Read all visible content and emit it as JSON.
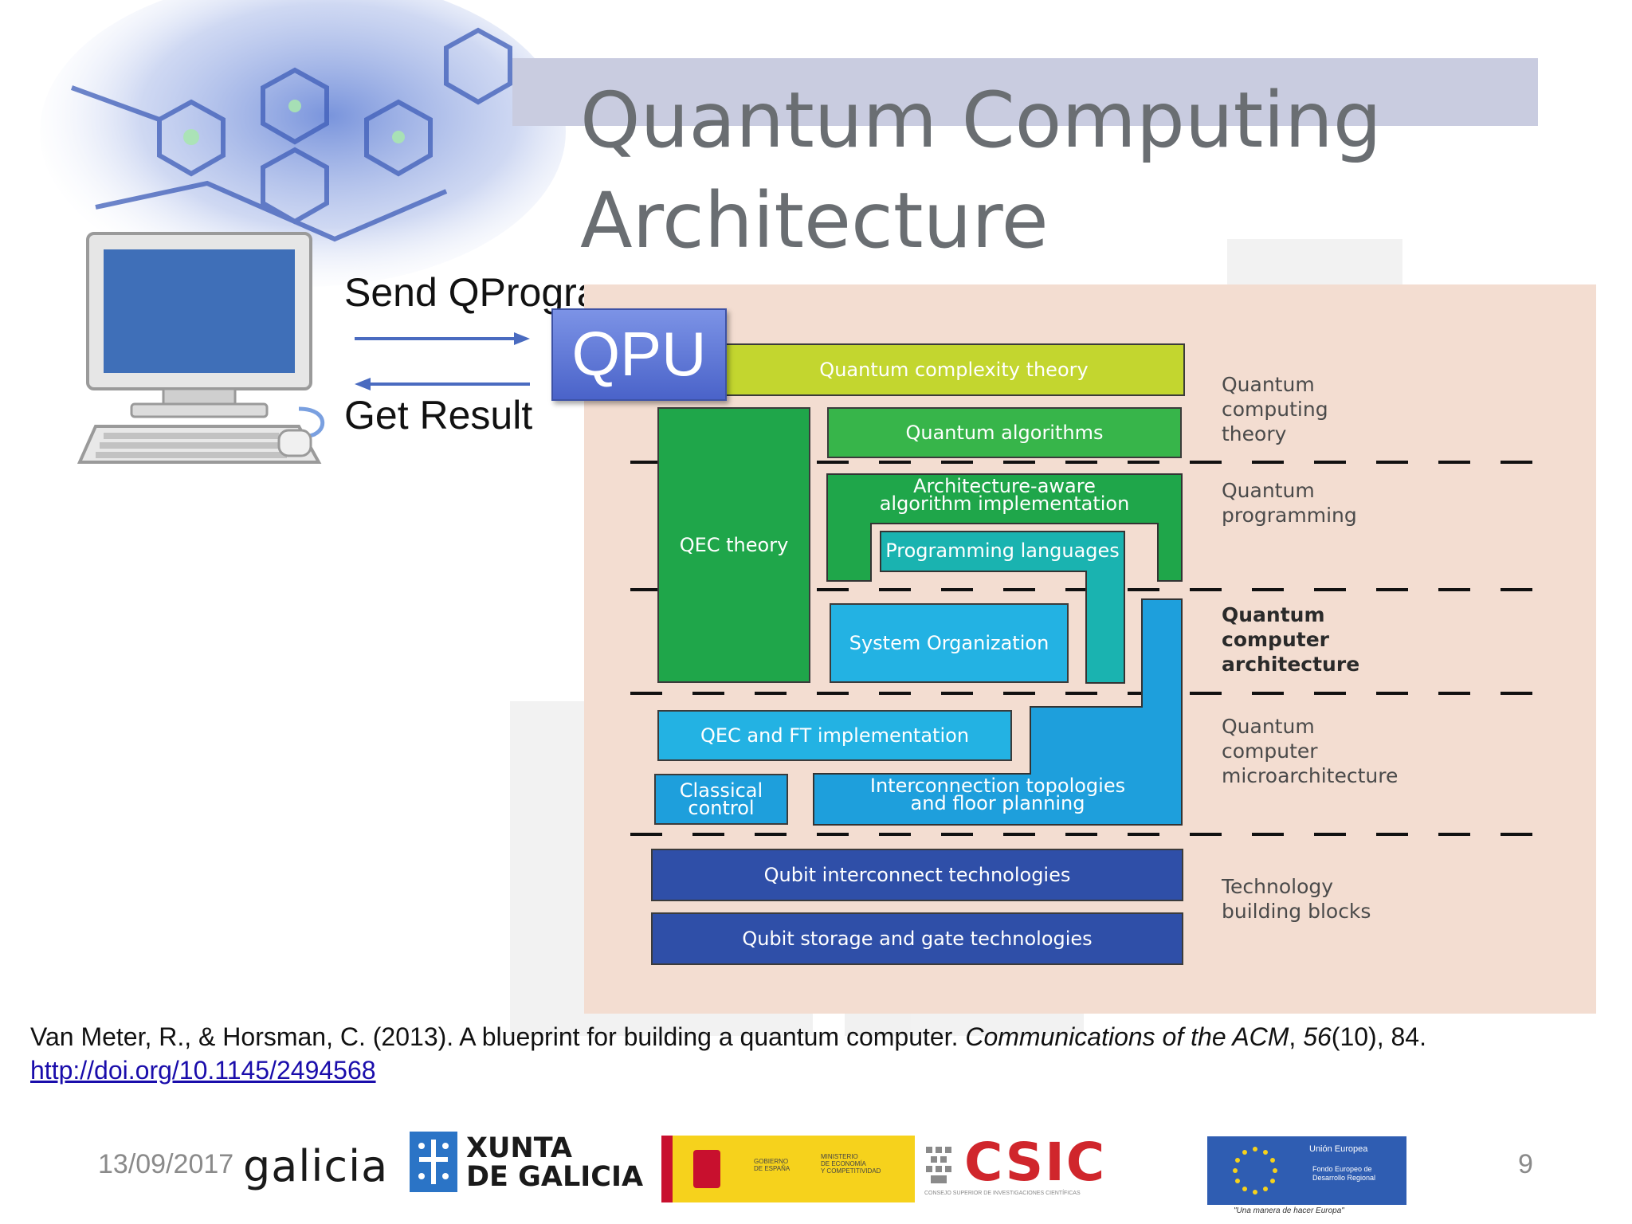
{
  "slide": {
    "title_line1": "Quantum Computing",
    "title_line2": "Architecture",
    "send_label": "Send QProgram",
    "get_label": "Get Result",
    "qpu_label": "QPU"
  },
  "diagram": {
    "boxes": {
      "complexity": "Quantum complexity theory",
      "algorithms": "Quantum algorithms",
      "qec_theory": "QEC theory",
      "arch_aware_1": "Architecture-aware",
      "arch_aware_2": "algorithm implementation",
      "prog_lang": "Programming languages",
      "sys_org": "System Organization",
      "qec_ft": "QEC and FT implementation",
      "classical_1": "Classical",
      "classical_2": "control",
      "interconn_1": "Interconnection topologies",
      "interconn_2": "and floor planning",
      "qubit_interconnect": "Qubit interconnect technologies",
      "qubit_storage": "Qubit storage and gate technologies"
    },
    "layers": {
      "theory": "Quantum\ncomputing\ntheory",
      "programming": "Quantum\nprogramming",
      "architecture": "Quantum\ncomputer\narchitecture",
      "microarchitecture": "Quantum\ncomputer\nmicroarchitecture",
      "technology": "Technology\nbuilding blocks"
    },
    "colors": {
      "yellow_green": "#c3d62f",
      "green": "#37b54a",
      "dark_green": "#1fa64a",
      "teal": "#1ab3b0",
      "cyan": "#23b2e3",
      "blue": "#1e9fdc",
      "navy": "#2f4fa8"
    }
  },
  "citation": {
    "text": "Van Meter, R., & Horsman, C. (2013). A blueprint for building a quantum computer. ",
    "journal": "Communications of the ACM",
    "sep": ", ",
    "volume": "56",
    "rest": "(10), 84.",
    "doi": "http://doi.org/10.1145/2494568"
  },
  "footer": {
    "date": "13/09/2017",
    "page": "9",
    "logos": {
      "galicia": "galicia",
      "xunta_1": "XUNTA",
      "xunta_2": "DE GALICIA",
      "gob_1": "GOBIERNO",
      "gob_2": "DE ESPAÑA",
      "min_1": "MINISTERIO",
      "min_2": "DE ECONOMÍA",
      "min_3": "Y COMPETITIVIDAD",
      "csic": "CSIC",
      "csic_sub": "CONSEJO SUPERIOR DE INVESTIGACIONES CIENTÍFICAS",
      "ue_1": "Unión Europea",
      "ue_2": "Fondo Europeo de",
      "ue_3": "Desarrollo Regional",
      "ue_motto": "\"Una manera de hacer Europa\""
    }
  }
}
